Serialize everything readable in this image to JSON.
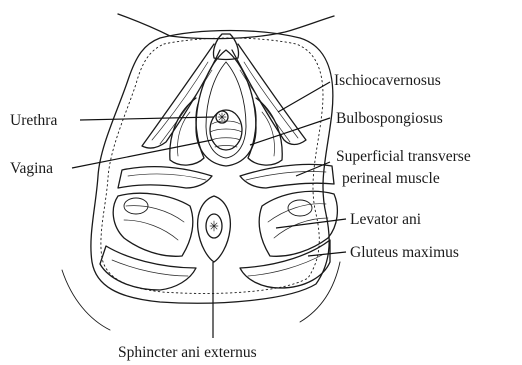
{
  "labels": {
    "urethra": "Urethra",
    "vagina": "Vagina",
    "ischiocavernosus": "Ischiocavernosus",
    "bulbospongiosus": "Bulbospongiosus",
    "superficial_transverse_line1": "Superficial transverse",
    "superficial_transverse_line2": "perineal muscle",
    "levator_ani": "Levator ani",
    "gluteus_maximus": "Gluteus maximus",
    "sphincter_ani_externus": "Sphincter ani externus"
  },
  "colors": {
    "ink": "#1a1a1a",
    "background": "#ffffff"
  }
}
